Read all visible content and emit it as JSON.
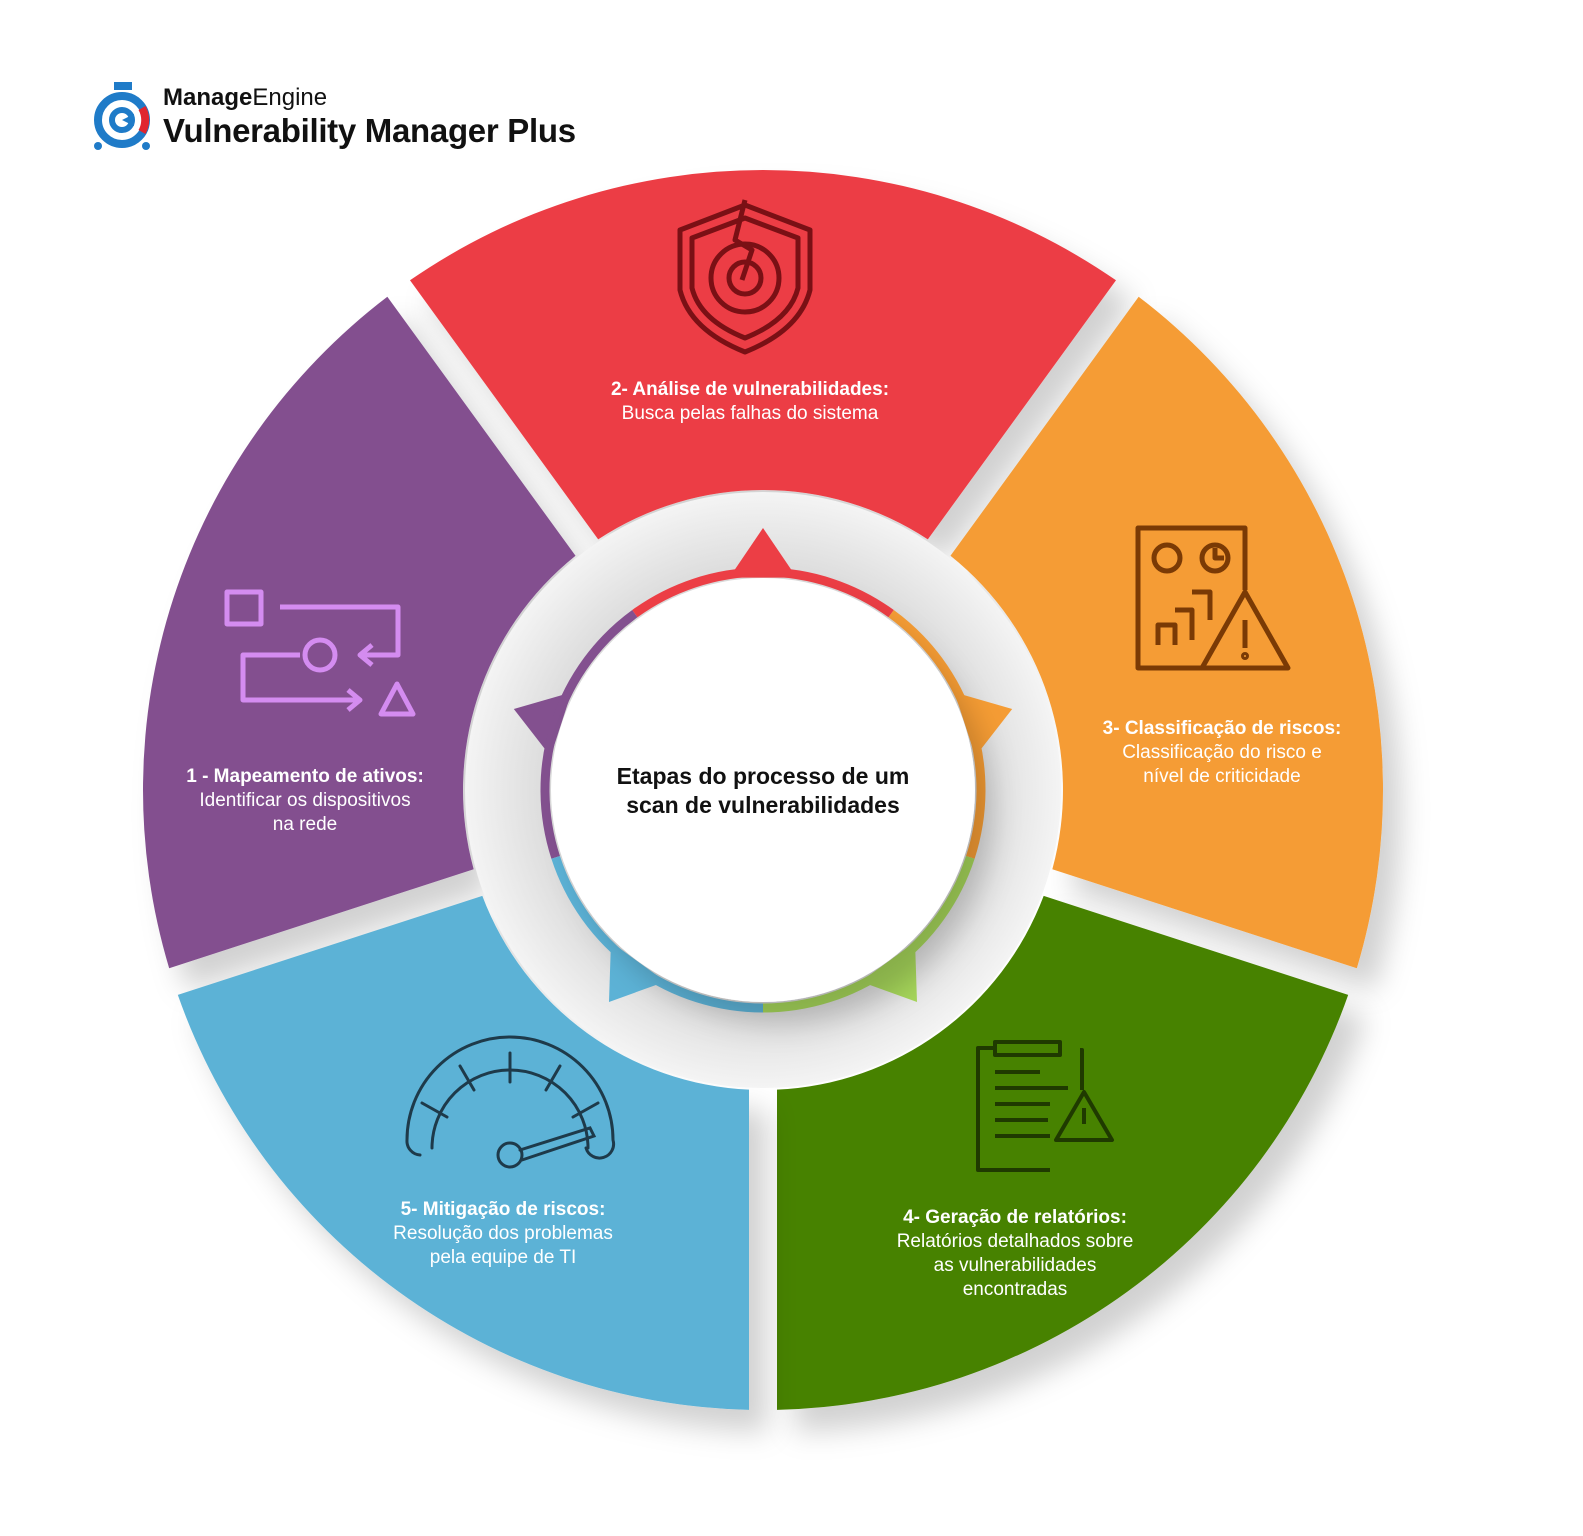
{
  "brand": {
    "company_bold": "Manage",
    "company_rest": "Engine",
    "product": "Vulnerability Manager Plus"
  },
  "center": {
    "line1": "Etapas do processo de um",
    "line2": "scan de vulnerabilidades"
  },
  "colors": {
    "red": "#EC3E45",
    "orange": "#F59C34",
    "green": "#468200",
    "blue": "#5CB2D6",
    "purple": "#83508F",
    "light_green": "#A6D65A"
  },
  "steps": [
    {
      "title": "1 -  Mapeamento de ativos:",
      "lines": [
        "Identificar os dispositivos",
        "na rede"
      ],
      "icon": "asset-mapping-icon"
    },
    {
      "title": "2- Análise de vulnerabilidades:",
      "lines": [
        "Busca pelas falhas do sistema"
      ],
      "icon": "shield-gear-icon"
    },
    {
      "title": "3- Classificação de riscos:",
      "lines": [
        "Classificação do risco e",
        "nível de criticidade"
      ],
      "icon": "risk-chart-warning-icon"
    },
    {
      "title": "4- Geração de relatórios:",
      "lines": [
        "Relatórios detalhados sobre",
        "as vulnerabilidades",
        "encontradas"
      ],
      "icon": "report-warning-icon"
    },
    {
      "title": "5- Mitigação de riscos:",
      "lines": [
        "Resolução dos problemas",
        "pela equipe de TI"
      ],
      "icon": "gauge-icon"
    }
  ]
}
